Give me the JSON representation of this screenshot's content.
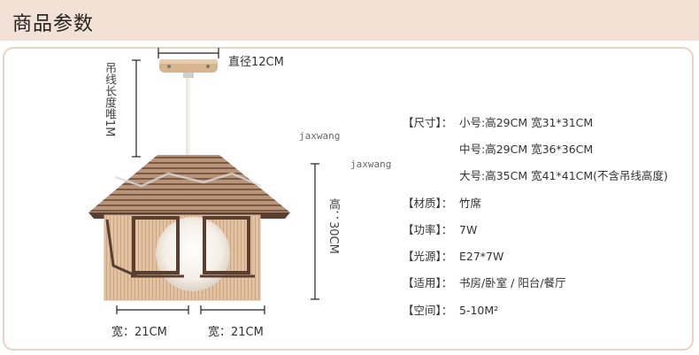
{
  "header": {
    "title": "商品参数"
  },
  "dimensions": {
    "diameter": "直径12CM",
    "cord_length": "吊线长度唯1M",
    "height": "高：30CM",
    "width_left": "宽：21CM",
    "width_right": "宽：21CM"
  },
  "watermarks": [
    "jaxwang",
    "jaxwang"
  ],
  "specs": [
    {
      "label": "【尺寸】：",
      "value": "小号:高29CM 宽31*31CM"
    },
    {
      "label": "",
      "value": "中号:高29CM 宽36*36CM"
    },
    {
      "label": "",
      "value": "大号:高35CM 宽41*41CM(不含吊线高度)"
    },
    {
      "label": "【材质】：",
      "value": "竹席"
    },
    {
      "label": "【功率】：",
      "value": "7W"
    },
    {
      "label": "【光源】：",
      "value": "E27*7W"
    },
    {
      "label": "【适用】：",
      "value": "书房/卧室 / 阳台/餐厅"
    },
    {
      "label": "【空间】：",
      "value": "5-10M²"
    }
  ],
  "colors": {
    "header_bg": "#f2e1d4",
    "card_border": "#ead3c5"
  }
}
